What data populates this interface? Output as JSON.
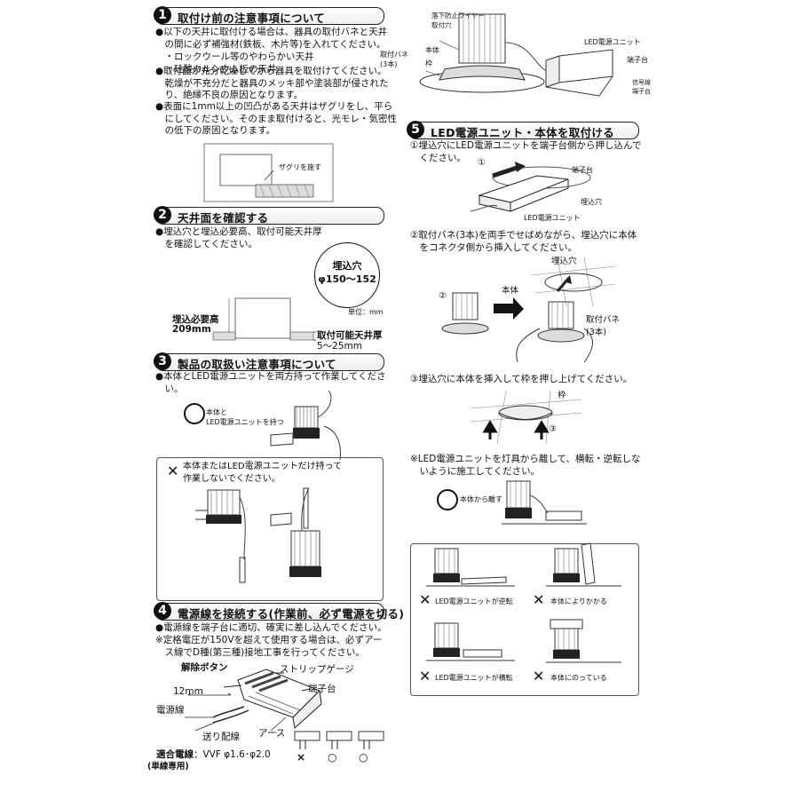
{
  "sections": [
    {
      "num": "1",
      "title": "取付け前の注意事項について"
    },
    {
      "num": "2",
      "title": "天井面を確認する"
    },
    {
      "num": "3",
      "title": "製品の取扱い注意事項について"
    },
    {
      "num": "4",
      "title": "電源線を接続する(作業前、必ず電源を切る)"
    },
    {
      "num": "5",
      "title": "LED電源ユニット・本体を取付ける"
    }
  ],
  "s1": {
    "p1": "●以下の天井に取付ける場合は、器具の取付バネと天井\n　の間に必ず補強材(鉄板、木片等)を入れてください。",
    "b1": "　・ロックウール等のやわらかい天井",
    "b2": "　・珪酸カルシウム板の天井",
    "p2": "●取付面が充分乾燥してから器具を取付けてください。\n　乾燥が不充分だと器具のメッキ部や塗装部が侵された\n　り、絶縁不良の原因となります。",
    "p3": "●表面に1mm以上の凹凸がある天井はザグリをし、平ら\n　にしてください。そのまま取付けると、光モレ・気密性\n　の低下の原因となります。",
    "zaguri": "ザグリを施す"
  },
  "s2": {
    "p1": "●埋込穴と埋込必要高、取付可能天井厚\n　を確認してください。",
    "hole_label": "埋込穴",
    "hole_value": "φ150〜152",
    "unit": "単位：mm",
    "height_label": "埋込必要高",
    "height_value": "209mm",
    "thick_label": "取付可能天井厚",
    "thick_value": "5〜25mm"
  },
  "s3": {
    "p1": "●本体とLED電源ユニットを両方持って作業してくださ\n　い。",
    "ok_label": "本体と\nLED電源ユニットを持つ",
    "ng_text": "本体またはLED電源ユニットだけ持って\n作業しないでください。"
  },
  "s4": {
    "p1": "●電源線を端子台に適切、確実に差し込んでください。",
    "p2": "※定格電圧が150Vを超えて使用する場合は、必ずアー\n　ス線でD種(第三種)接地工事を行ってください。",
    "release": "解除ボタン",
    "strip": "ストリップゲージ",
    "terminal": "端子台",
    "length": "12mm",
    "power_line": "電源線",
    "feed_line": "送り配線",
    "earth": "アース",
    "wire_label": "適合電線",
    "wire_value": "：VVF φ1.6･φ2.0",
    "wire_note": "(単線専用)",
    "marks": [
      "×",
      "○",
      "○"
    ]
  },
  "top_diagram": {
    "drop_wire": "落下防止ワイヤー\n取付穴",
    "body": "本体",
    "spring": "取付バネ\n(3本)",
    "frame": "枠",
    "led_unit": "LED電源ユニット",
    "terminal": "端子台",
    "signal": "信号線\n端子台"
  },
  "s5": {
    "step1": "①埋込穴にLED電源ユニットを端子台側から押し込んで\n　ください。",
    "c1": "①",
    "terminal": "端子台",
    "hole": "埋込穴",
    "led_unit": "LED電源ユニット",
    "step2": "②取付バネ(3本)を両手でせばめながら、埋込穴に本体\n　をコネクタ側から挿入してください。",
    "hole2": "埋込穴",
    "body": "本体",
    "c2": "②",
    "spring": "取付バネ\n(3本)",
    "step3": "③埋込穴に本体を挿入して枠を押し上げてください。",
    "frame": "枠",
    "c3": "③",
    "note": "※LED電源ユニットを灯具から離して、横転・逆転しな\n　いように施工してください。",
    "ok_label": "本体から離す",
    "ng1": "LED電源ユニットが逆転",
    "ng2": "本体によりかかる",
    "ng3": "LED電源ユニットが横転",
    "ng4": "本体にのっている"
  }
}
